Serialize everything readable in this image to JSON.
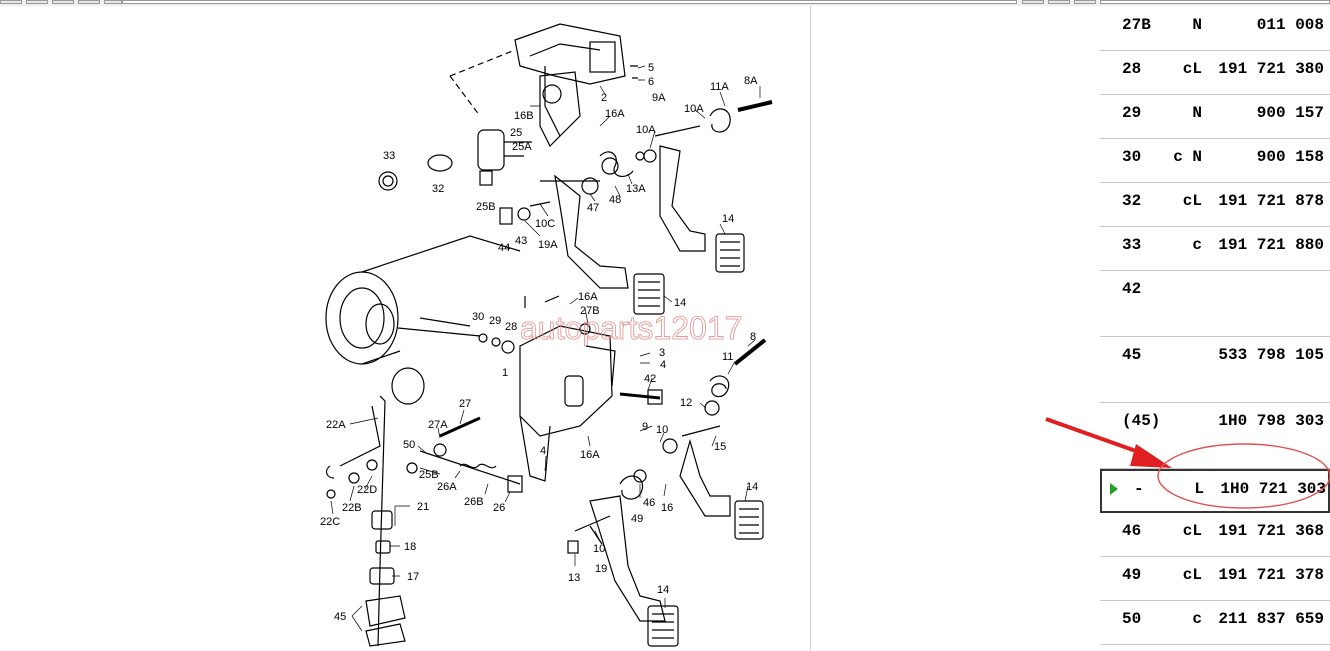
{
  "watermark": "autoparts12017",
  "callouts": {
    "c33": "33",
    "c32": "32",
    "c25B": "25B",
    "c25": "25",
    "c25A": "25A",
    "c16B": "16B",
    "c2": "2",
    "c5": "5",
    "c6": "6",
    "c16A_top": "16A",
    "c9A": "9A",
    "c11A": "11A",
    "c8A": "8A",
    "c10A_a": "10A",
    "c10A_b": "10A",
    "c13A": "13A",
    "c48": "48",
    "c47": "47",
    "c43": "43",
    "c44": "44",
    "c10C": "10C",
    "c19A": "19A",
    "c14_a": "14",
    "c14_b": "14",
    "c16A_mid": "16A",
    "c27B": "27B",
    "c30": "30",
    "c29": "29",
    "c28": "28",
    "c1": "1",
    "c3": "3",
    "c4_a": "4",
    "c42": "42",
    "c8": "8",
    "c11": "11",
    "c12": "12",
    "c22A": "22A",
    "c27": "27",
    "c27A": "27A",
    "c50": "50",
    "c9": "9",
    "c10_a": "10",
    "c15": "15",
    "c16A_low": "16A",
    "c4_b": "4",
    "c26A": "26A",
    "c25B_low": "25B",
    "c26B": "26B",
    "c26": "26",
    "c22D": "22D",
    "c22B": "22B",
    "c22C": "22C",
    "c21": "21",
    "c18": "18",
    "c17": "17",
    "c45": "45",
    "c49": "49",
    "c46": "46",
    "c16": "16",
    "c14_c": "14",
    "c10_b": "10",
    "c19": "19",
    "c13": "13",
    "c14_d": "14"
  },
  "parts_table": [
    {
      "pos": "27B",
      "code": "N",
      "part": "011 008",
      "selected": false
    },
    {
      "pos": "28",
      "code": "cL",
      "part": "191 721 380",
      "selected": false
    },
    {
      "pos": "29",
      "code": "N",
      "part": "900 157",
      "selected": false
    },
    {
      "pos": "30",
      "code": "c N",
      "part": "900 158",
      "selected": false
    },
    {
      "pos": "32",
      "code": "cL",
      "part": "191 721 878",
      "selected": false
    },
    {
      "pos": "33",
      "code": "c",
      "part": "191 721 880",
      "selected": false
    },
    {
      "pos": "42",
      "code": "",
      "part": "",
      "selected": false
    },
    {
      "pos": "45",
      "code": "",
      "part": "533 798 105",
      "selected": false
    },
    {
      "pos": "(45)",
      "code": "",
      "part": "1H0 798 303",
      "selected": false
    },
    {
      "pos": "-",
      "code": "L",
      "part": "1H0 721 303",
      "selected": true
    },
    {
      "pos": "46",
      "code": "cL",
      "part": "191 721 368",
      "selected": false
    },
    {
      "pos": "49",
      "code": "cL",
      "part": "191 721 378",
      "selected": false
    },
    {
      "pos": "50",
      "code": "c",
      "part": "211 837 659",
      "selected": false
    }
  ],
  "colors": {
    "annotation": "#e02020",
    "selected_marker": "#22a222"
  }
}
